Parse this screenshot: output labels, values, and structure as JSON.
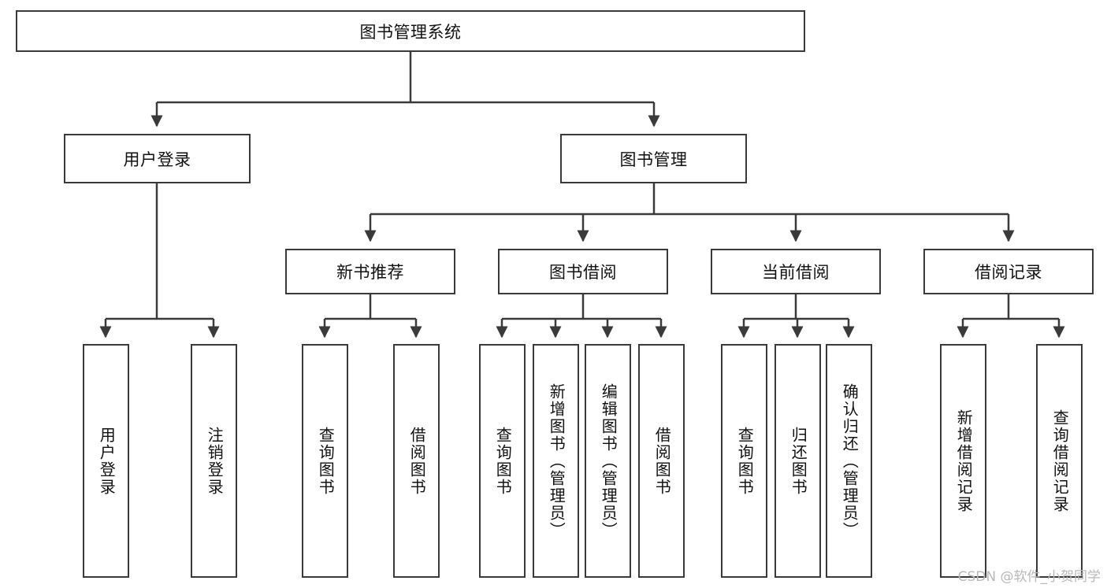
{
  "diagram": {
    "type": "tree",
    "title": "图书管理系统",
    "watermark": "CSDN @软件_小贺同学",
    "colors": {
      "box_border": "#3a3a3a",
      "box_fill": "#ffffff",
      "edge": "#3a3a3a",
      "text": "#111111",
      "watermark": "#b9b9b9"
    },
    "root": {
      "label": "图书管理系统"
    },
    "level2": [
      {
        "label": "用户登录"
      },
      {
        "label": "图书管理"
      }
    ],
    "level3": [
      {
        "label": "新书推荐"
      },
      {
        "label": "图书借阅"
      },
      {
        "label": "当前借阅"
      },
      {
        "label": "借阅记录"
      }
    ],
    "leaves": {
      "user_login": [
        {
          "label": "用户登录"
        },
        {
          "label": "注销登录"
        }
      ],
      "new_book_recommend": [
        {
          "label": "查询图书"
        },
        {
          "label": "借阅图书"
        }
      ],
      "book_borrow": [
        {
          "label": "查询图书"
        },
        {
          "label": "新增图书（管理员）"
        },
        {
          "label": "编辑图书（管理员）"
        },
        {
          "label": "借阅图书"
        }
      ],
      "current_borrow": [
        {
          "label": "查询图书"
        },
        {
          "label": "归还图书"
        },
        {
          "label": "确认归还（管理员）"
        }
      ],
      "borrow_record": [
        {
          "label": "新增借阅记录"
        },
        {
          "label": "查询借阅记录"
        }
      ]
    }
  }
}
